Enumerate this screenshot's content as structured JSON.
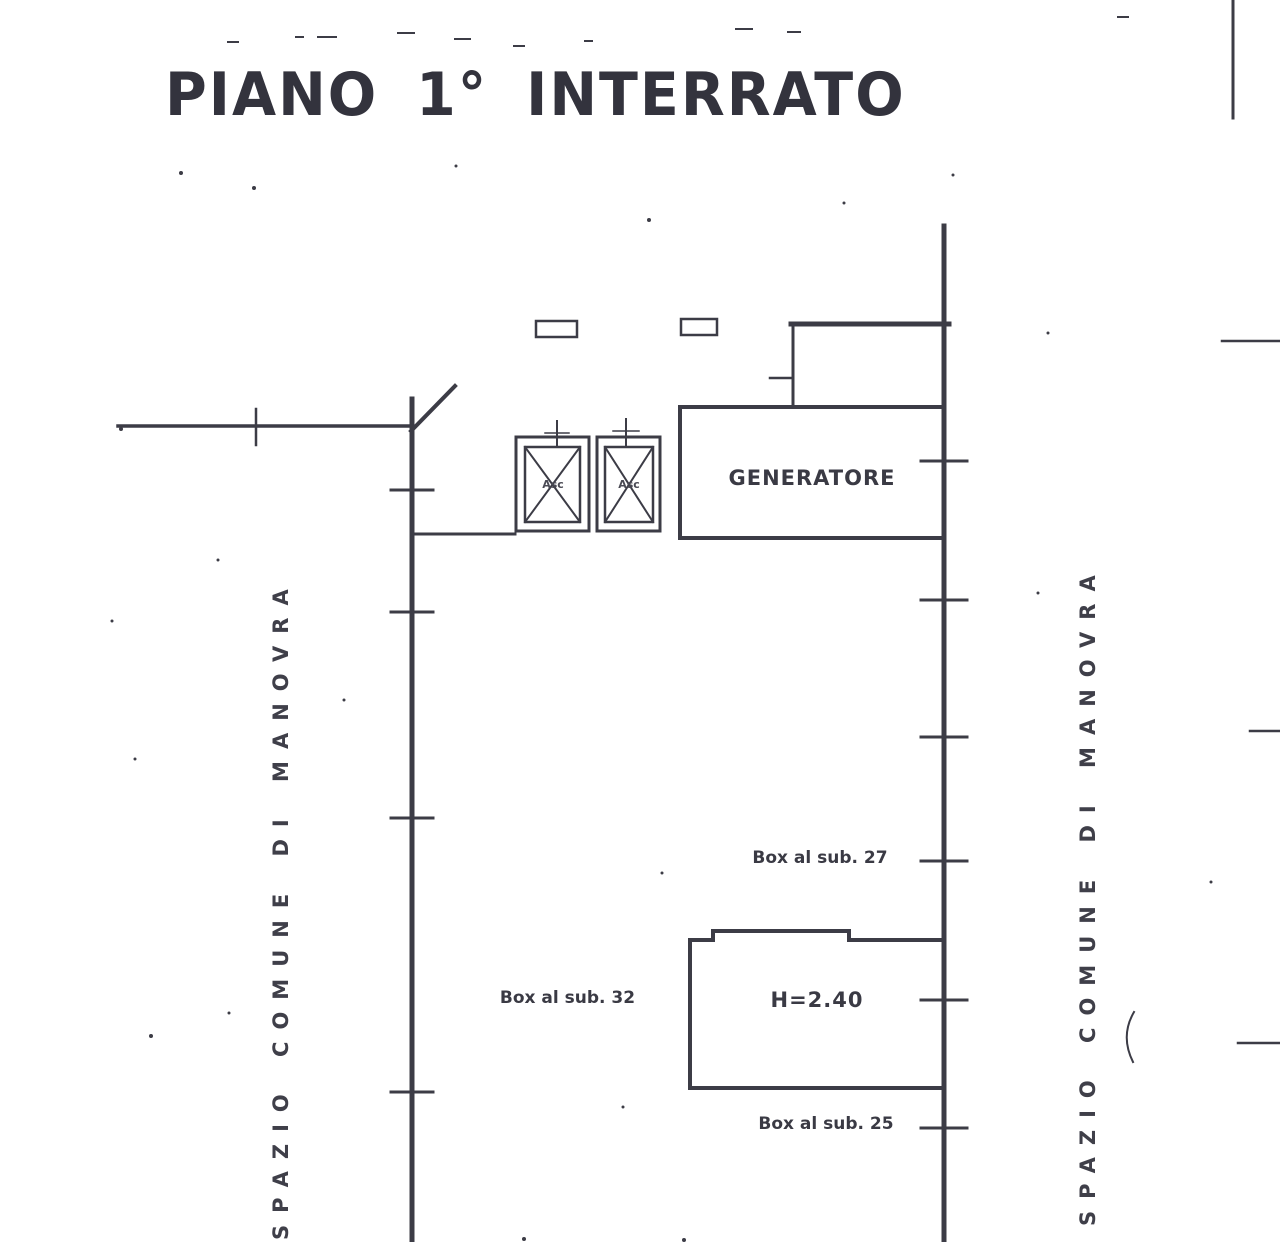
{
  "title": "PIANO 1° INTERRATO",
  "margins": {
    "left_text": "SPAZIO COMUNE DI MANOVRA",
    "right_text": "SPAZIO COMUNE DI MANOVRA"
  },
  "rooms": {
    "generator_label": "GENERATORE",
    "elevator_left_label": "Asc",
    "elevator_right_label": "Asc"
  },
  "annotations": {
    "box_sub_27": "Box al sub. 27",
    "box_sub_32": "Box al sub. 32",
    "box_sub_25": "Box al sub. 25",
    "height": "H=2.40"
  },
  "colors": {
    "ink": "#3c3c46",
    "paper": "#ffffff"
  }
}
